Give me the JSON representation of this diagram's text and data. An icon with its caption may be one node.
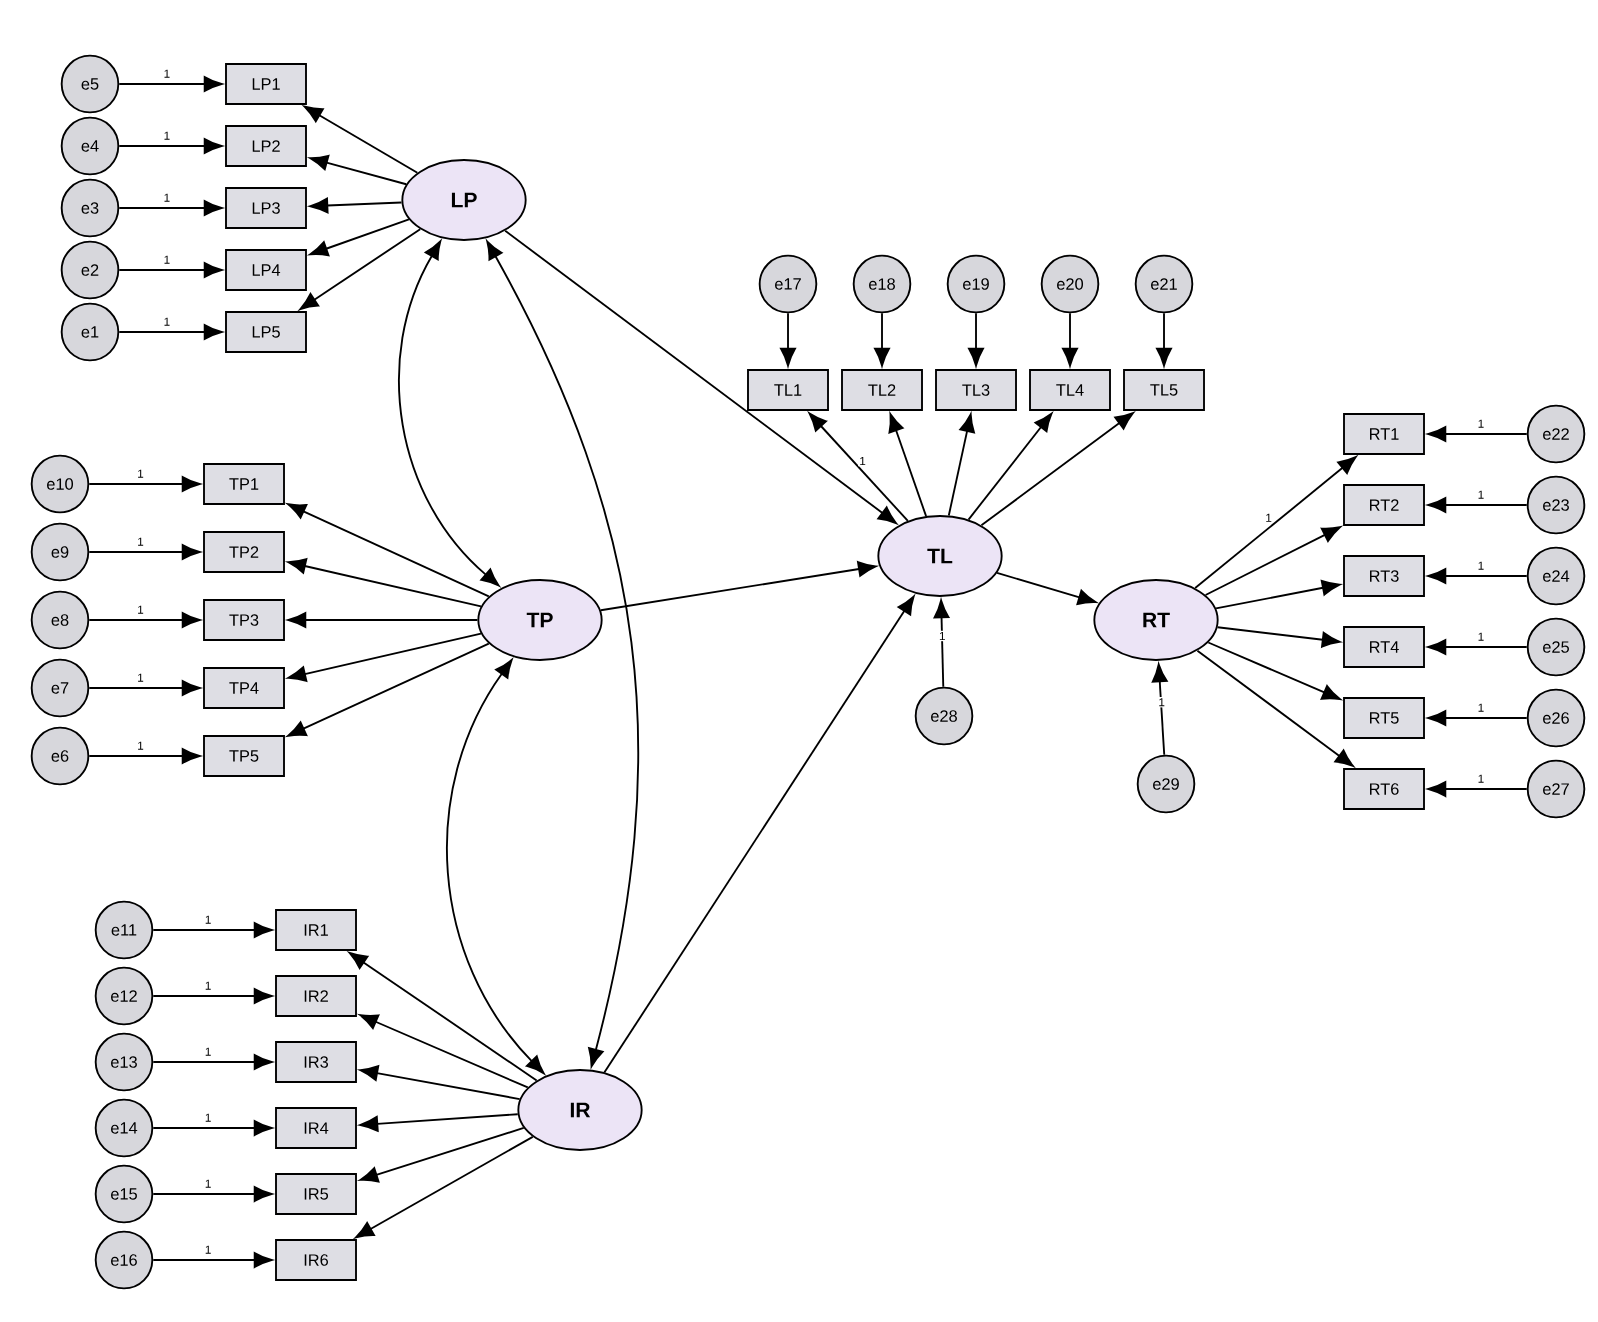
{
  "diagram": {
    "nodes": [
      {
        "text": [
          "LP"
        ]
      },
      {
        "text": [
          "LP1"
        ]
      },
      {
        "text": [
          "LP2"
        ]
      },
      {
        "text": [
          "LP3"
        ]
      },
      {
        "text": [
          "LP4"
        ]
      },
      {
        "text": [
          "LP5"
        ]
      },
      {
        "text": [
          "e5"
        ]
      },
      {
        "text": [
          "e4"
        ]
      },
      {
        "text": [
          "e3"
        ]
      },
      {
        "text": [
          "e2"
        ]
      },
      {
        "text": [
          "e1"
        ]
      },
      {
        "text": [
          "TP"
        ]
      },
      {
        "text": [
          "TP1"
        ]
      },
      {
        "text": [
          "TP2"
        ]
      },
      {
        "text": [
          "TP3"
        ]
      },
      {
        "text": [
          "TP4"
        ]
      },
      {
        "text": [
          "TP5"
        ]
      },
      {
        "text": [
          "e10"
        ]
      },
      {
        "text": [
          "e9"
        ]
      },
      {
        "text": [
          "e8"
        ]
      },
      {
        "text": [
          "e7"
        ]
      },
      {
        "text": [
          "e6"
        ]
      },
      {
        "text": [
          "IR"
        ]
      },
      {
        "text": [
          "IR1"
        ]
      },
      {
        "text": [
          "IR2"
        ]
      },
      {
        "text": [
          "IR3"
        ]
      },
      {
        "text": [
          "IR4"
        ]
      },
      {
        "text": [
          "IR5"
        ]
      },
      {
        "text": [
          "IR6"
        ]
      },
      {
        "text": [
          "e11"
        ]
      },
      {
        "text": [
          "e12"
        ]
      },
      {
        "text": [
          "e13"
        ]
      },
      {
        "text": [
          "e14"
        ]
      },
      {
        "text": [
          "e15"
        ]
      },
      {
        "text": [
          "e16"
        ]
      },
      {
        "text": [
          "TL"
        ]
      },
      {
        "text": [
          "TL1"
        ]
      },
      {
        "text": [
          "TL2"
        ]
      },
      {
        "text": [
          "TL3"
        ]
      },
      {
        "text": [
          "TL4"
        ]
      },
      {
        "text": [
          "TL5"
        ]
      },
      {
        "text": [
          "e17"
        ]
      },
      {
        "text": [
          "e18"
        ]
      },
      {
        "text": [
          "e19"
        ]
      },
      {
        "text": [
          "e20"
        ]
      },
      {
        "text": [
          "e21"
        ]
      },
      {
        "text": [
          "e28"
        ]
      },
      {
        "text": [
          "RT"
        ]
      },
      {
        "text": [
          "RT1"
        ]
      },
      {
        "text": [
          "RT2"
        ]
      },
      {
        "text": [
          "RT3"
        ]
      },
      {
        "text": [
          "RT4"
        ]
      },
      {
        "text": [
          "RT5"
        ]
      },
      {
        "text": [
          "RT6"
        ]
      },
      {
        "text": [
          "e22"
        ]
      },
      {
        "text": [
          "e23"
        ]
      },
      {
        "text": [
          "e24"
        ]
      },
      {
        "text": [
          "e25"
        ]
      },
      {
        "text": [
          "e26"
        ]
      },
      {
        "text": [
          "e27"
        ]
      },
      {
        "text": [
          "e29"
        ]
      }
    ],
    "edges": [
      {
        "from": 0,
        "to": 1,
        "arrow": "to"
      },
      {
        "from": 0,
        "to": 2,
        "arrow": "to"
      },
      {
        "from": 0,
        "to": 3,
        "arrow": "to"
      },
      {
        "from": 0,
        "to": 4,
        "arrow": "to"
      },
      {
        "from": 0,
        "to": 5,
        "arrow": "to"
      },
      {
        "from": 6,
        "to": 1,
        "arrow": "to",
        "label": "1"
      },
      {
        "from": 7,
        "to": 2,
        "arrow": "to",
        "label": "1"
      },
      {
        "from": 8,
        "to": 3,
        "arrow": "to",
        "label": "1"
      },
      {
        "from": 9,
        "to": 4,
        "arrow": "to",
        "label": "1"
      },
      {
        "from": 10,
        "to": 5,
        "arrow": "to",
        "label": "1"
      },
      {
        "from": 11,
        "to": 12,
        "arrow": "to"
      },
      {
        "from": 11,
        "to": 13,
        "arrow": "to"
      },
      {
        "from": 11,
        "to": 14,
        "arrow": "to"
      },
      {
        "from": 11,
        "to": 15,
        "arrow": "to"
      },
      {
        "from": 11,
        "to": 16,
        "arrow": "to"
      },
      {
        "from": 17,
        "to": 12,
        "arrow": "to",
        "label": "1"
      },
      {
        "from": 18,
        "to": 13,
        "arrow": "to",
        "label": "1"
      },
      {
        "from": 19,
        "to": 14,
        "arrow": "to",
        "label": "1"
      },
      {
        "from": 20,
        "to": 15,
        "arrow": "to",
        "label": "1"
      },
      {
        "from": 21,
        "to": 16,
        "arrow": "to",
        "label": "1"
      },
      {
        "from": 22,
        "to": 23,
        "arrow": "to"
      },
      {
        "from": 22,
        "to": 24,
        "arrow": "to"
      },
      {
        "from": 22,
        "to": 25,
        "arrow": "to"
      },
      {
        "from": 22,
        "to": 26,
        "arrow": "to"
      },
      {
        "from": 22,
        "to": 27,
        "arrow": "to"
      },
      {
        "from": 22,
        "to": 28,
        "arrow": "to"
      },
      {
        "from": 29,
        "to": 23,
        "arrow": "to",
        "label": "1"
      },
      {
        "from": 30,
        "to": 24,
        "arrow": "to",
        "label": "1"
      },
      {
        "from": 31,
        "to": 25,
        "arrow": "to",
        "label": "1"
      },
      {
        "from": 32,
        "to": 26,
        "arrow": "to",
        "label": "1"
      },
      {
        "from": 33,
        "to": 27,
        "arrow": "to",
        "label": "1"
      },
      {
        "from": 34,
        "to": 28,
        "arrow": "to",
        "label": "1"
      },
      {
        "from": 35,
        "to": 36,
        "arrow": "to",
        "label": "1"
      },
      {
        "from": 35,
        "to": 37,
        "arrow": "to"
      },
      {
        "from": 35,
        "to": 38,
        "arrow": "to"
      },
      {
        "from": 35,
        "to": 39,
        "arrow": "to"
      },
      {
        "from": 35,
        "to": 40,
        "arrow": "to"
      },
      {
        "from": 41,
        "to": 36,
        "arrow": "to"
      },
      {
        "from": 42,
        "to": 37,
        "arrow": "to"
      },
      {
        "from": 43,
        "to": 38,
        "arrow": "to"
      },
      {
        "from": 44,
        "to": 39,
        "arrow": "to"
      },
      {
        "from": 45,
        "to": 40,
        "arrow": "to"
      },
      {
        "from": 46,
        "to": 35,
        "arrow": "to",
        "label": "1"
      },
      {
        "from": 47,
        "to": 48,
        "arrow": "to",
        "label": "1"
      },
      {
        "from": 47,
        "to": 49,
        "arrow": "to"
      },
      {
        "from": 47,
        "to": 50,
        "arrow": "to"
      },
      {
        "from": 47,
        "to": 51,
        "arrow": "to"
      },
      {
        "from": 47,
        "to": 52,
        "arrow": "to"
      },
      {
        "from": 47,
        "to": 53,
        "arrow": "to"
      },
      {
        "from": 54,
        "to": 48,
        "arrow": "to",
        "label": "1"
      },
      {
        "from": 55,
        "to": 49,
        "arrow": "to",
        "label": "1"
      },
      {
        "from": 56,
        "to": 50,
        "arrow": "to",
        "label": "1"
      },
      {
        "from": 57,
        "to": 51,
        "arrow": "to",
        "label": "1"
      },
      {
        "from": 58,
        "to": 52,
        "arrow": "to",
        "label": "1"
      },
      {
        "from": 59,
        "to": 53,
        "arrow": "to",
        "label": "1"
      },
      {
        "from": 60,
        "to": 47,
        "arrow": "to",
        "label": "1"
      },
      {
        "from": 0,
        "to": 35,
        "arrow": "to"
      },
      {
        "from": 11,
        "to": 35,
        "arrow": "to"
      },
      {
        "from": 22,
        "to": 35,
        "arrow": "to"
      },
      {
        "from": 35,
        "to": 47,
        "arrow": "to"
      },
      {
        "from": 0,
        "to": 11,
        "arrow": "both"
      },
      {
        "from": 11,
        "to": 22,
        "arrow": "both"
      },
      {
        "from": 0,
        "to": 22,
        "arrow": "both"
      }
    ]
  }
}
